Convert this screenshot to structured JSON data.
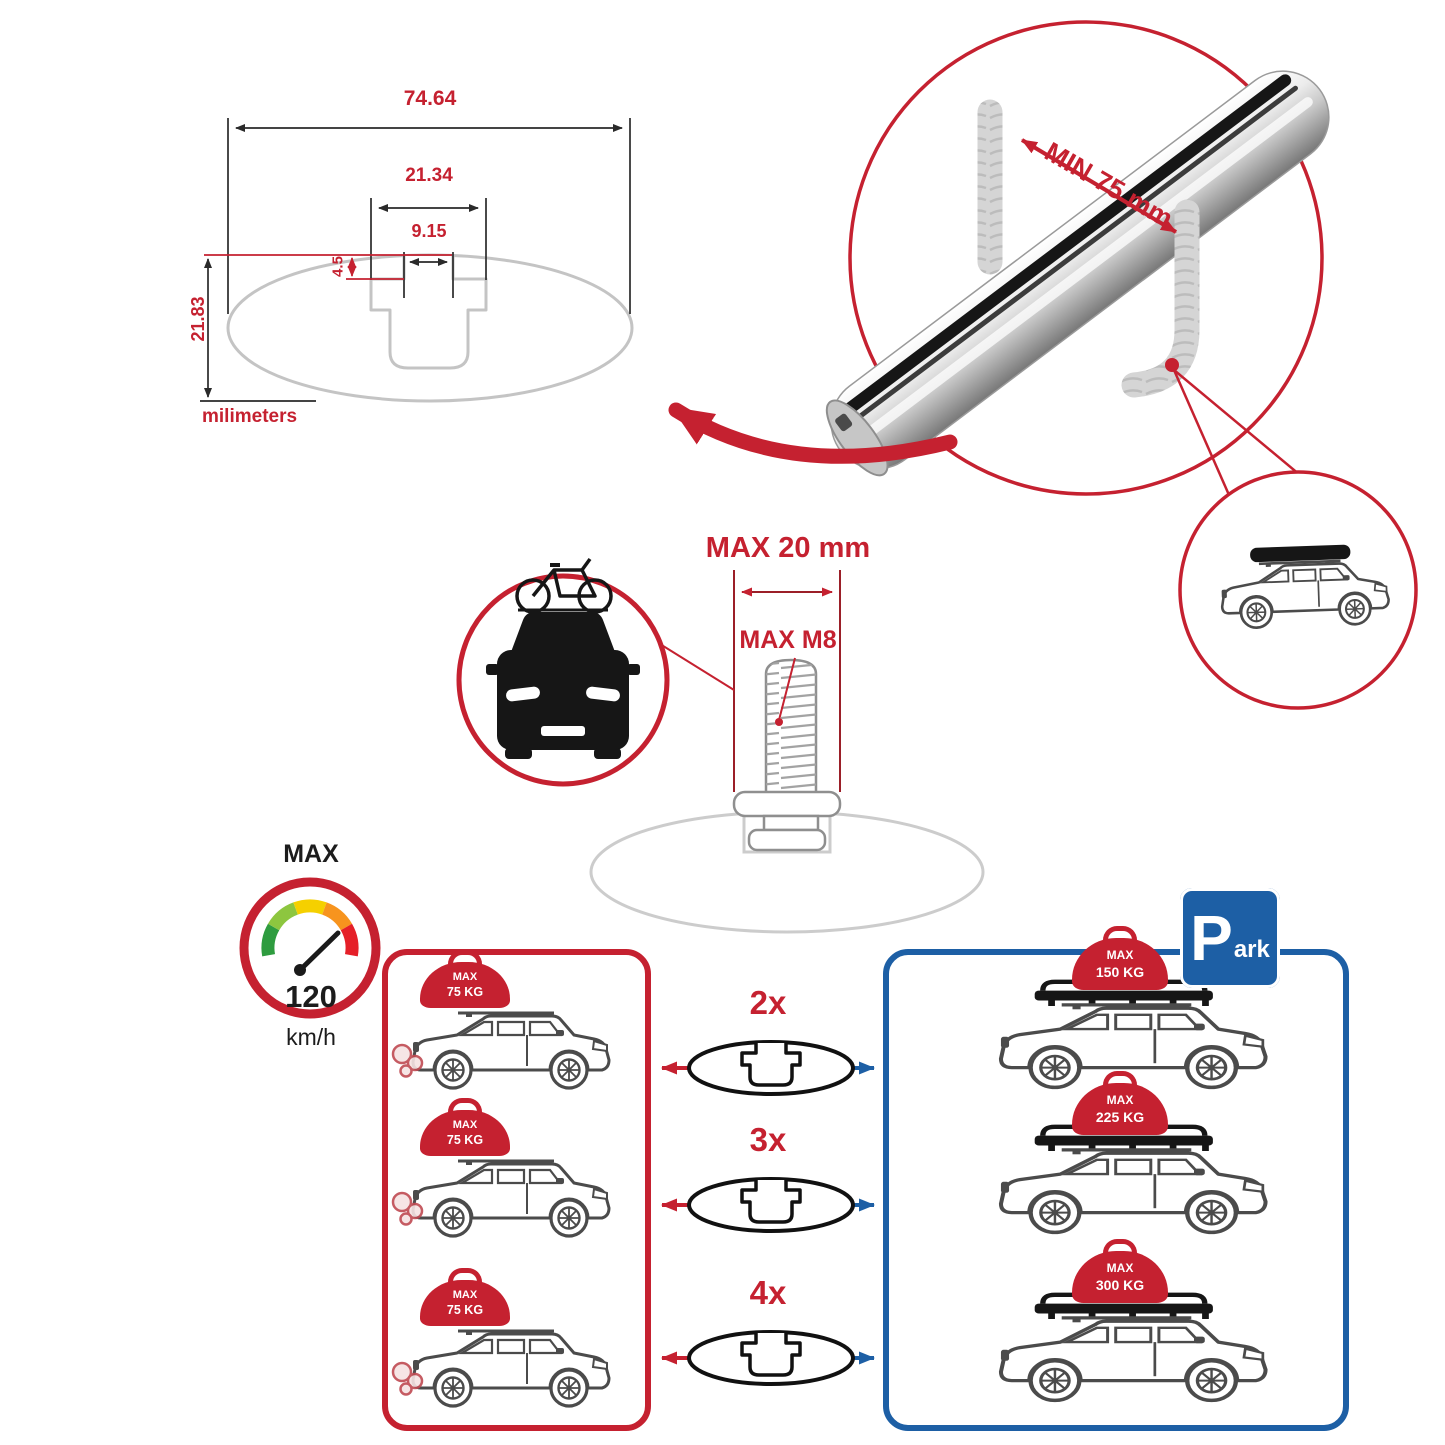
{
  "colors": {
    "red": "#c52130",
    "blue": "#1d5fa5",
    "ghost_gray": "#c9c9c9",
    "ink": "#1c1c1c"
  },
  "dimension_diagram": {
    "total_width": "74.64",
    "channel_outer_width": "21.34",
    "channel_opening_width": "9.15",
    "channel_lip_depth": "4.5",
    "total_height": "21.83",
    "units_label": "milimeters"
  },
  "clamp_detail": {
    "min_clearance_label": "MIN 75 mm"
  },
  "bolt_detail": {
    "max_width_label": "MAX 20 mm",
    "max_thread_label": "MAX M8"
  },
  "speed_limit": {
    "top_label": "MAX",
    "value": "120",
    "unit": "km/h"
  },
  "crossbar_counts": [
    {
      "label": "2x"
    },
    {
      "label": "3x"
    },
    {
      "label": "4x"
    }
  ],
  "driving_panel": {
    "cars": [
      {
        "load": "MAX",
        "weight": "75 KG"
      },
      {
        "load": "MAX",
        "weight": "75 KG"
      },
      {
        "load": "MAX",
        "weight": "75 KG"
      }
    ]
  },
  "parking_panel": {
    "sign_letter": "P",
    "sign_suffix": "ark",
    "cars": [
      {
        "load": "MAX",
        "weight": "150 KG"
      },
      {
        "load": "MAX",
        "weight": "225 KG"
      },
      {
        "load": "MAX",
        "weight": "300 KG"
      }
    ]
  }
}
